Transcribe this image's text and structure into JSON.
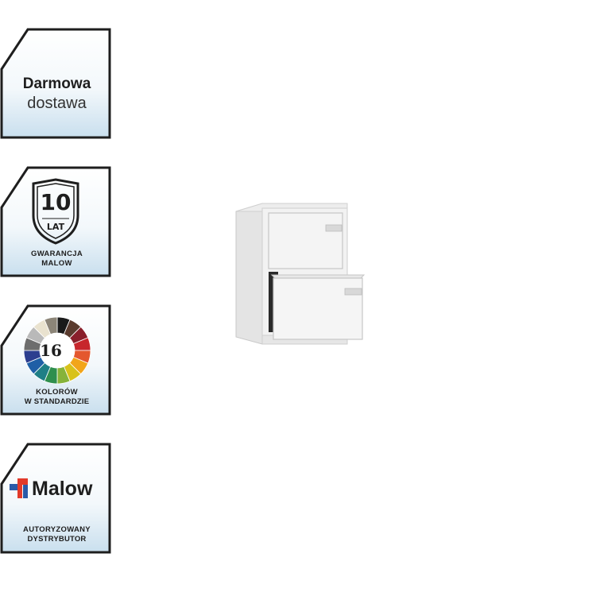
{
  "badges": {
    "delivery": {
      "title": "Darmowa",
      "subtitle": "dostawa"
    },
    "warranty": {
      "number": "10",
      "unit": "LAT",
      "line1": "GWARANCJA",
      "line2": "MALOW"
    },
    "colors": {
      "number": "16",
      "line1": "KOLORÓW",
      "line2": "W STANDARDZIE"
    },
    "distributor": {
      "brand": "Malow",
      "line1": "AUTORYZOWANY",
      "line2": "DYSTRYBUTOR"
    }
  },
  "product": {
    "icon": "filing-cabinet-image"
  },
  "colors": {
    "badge_border": "#1e1e1e",
    "badge_gradient_top": "#ffffff",
    "badge_gradient_bottom": "#cfe3f0",
    "logo_red": "#e23a2a",
    "logo_blue": "#2a5aa8",
    "cabinet_body": "#f0f0f0"
  }
}
